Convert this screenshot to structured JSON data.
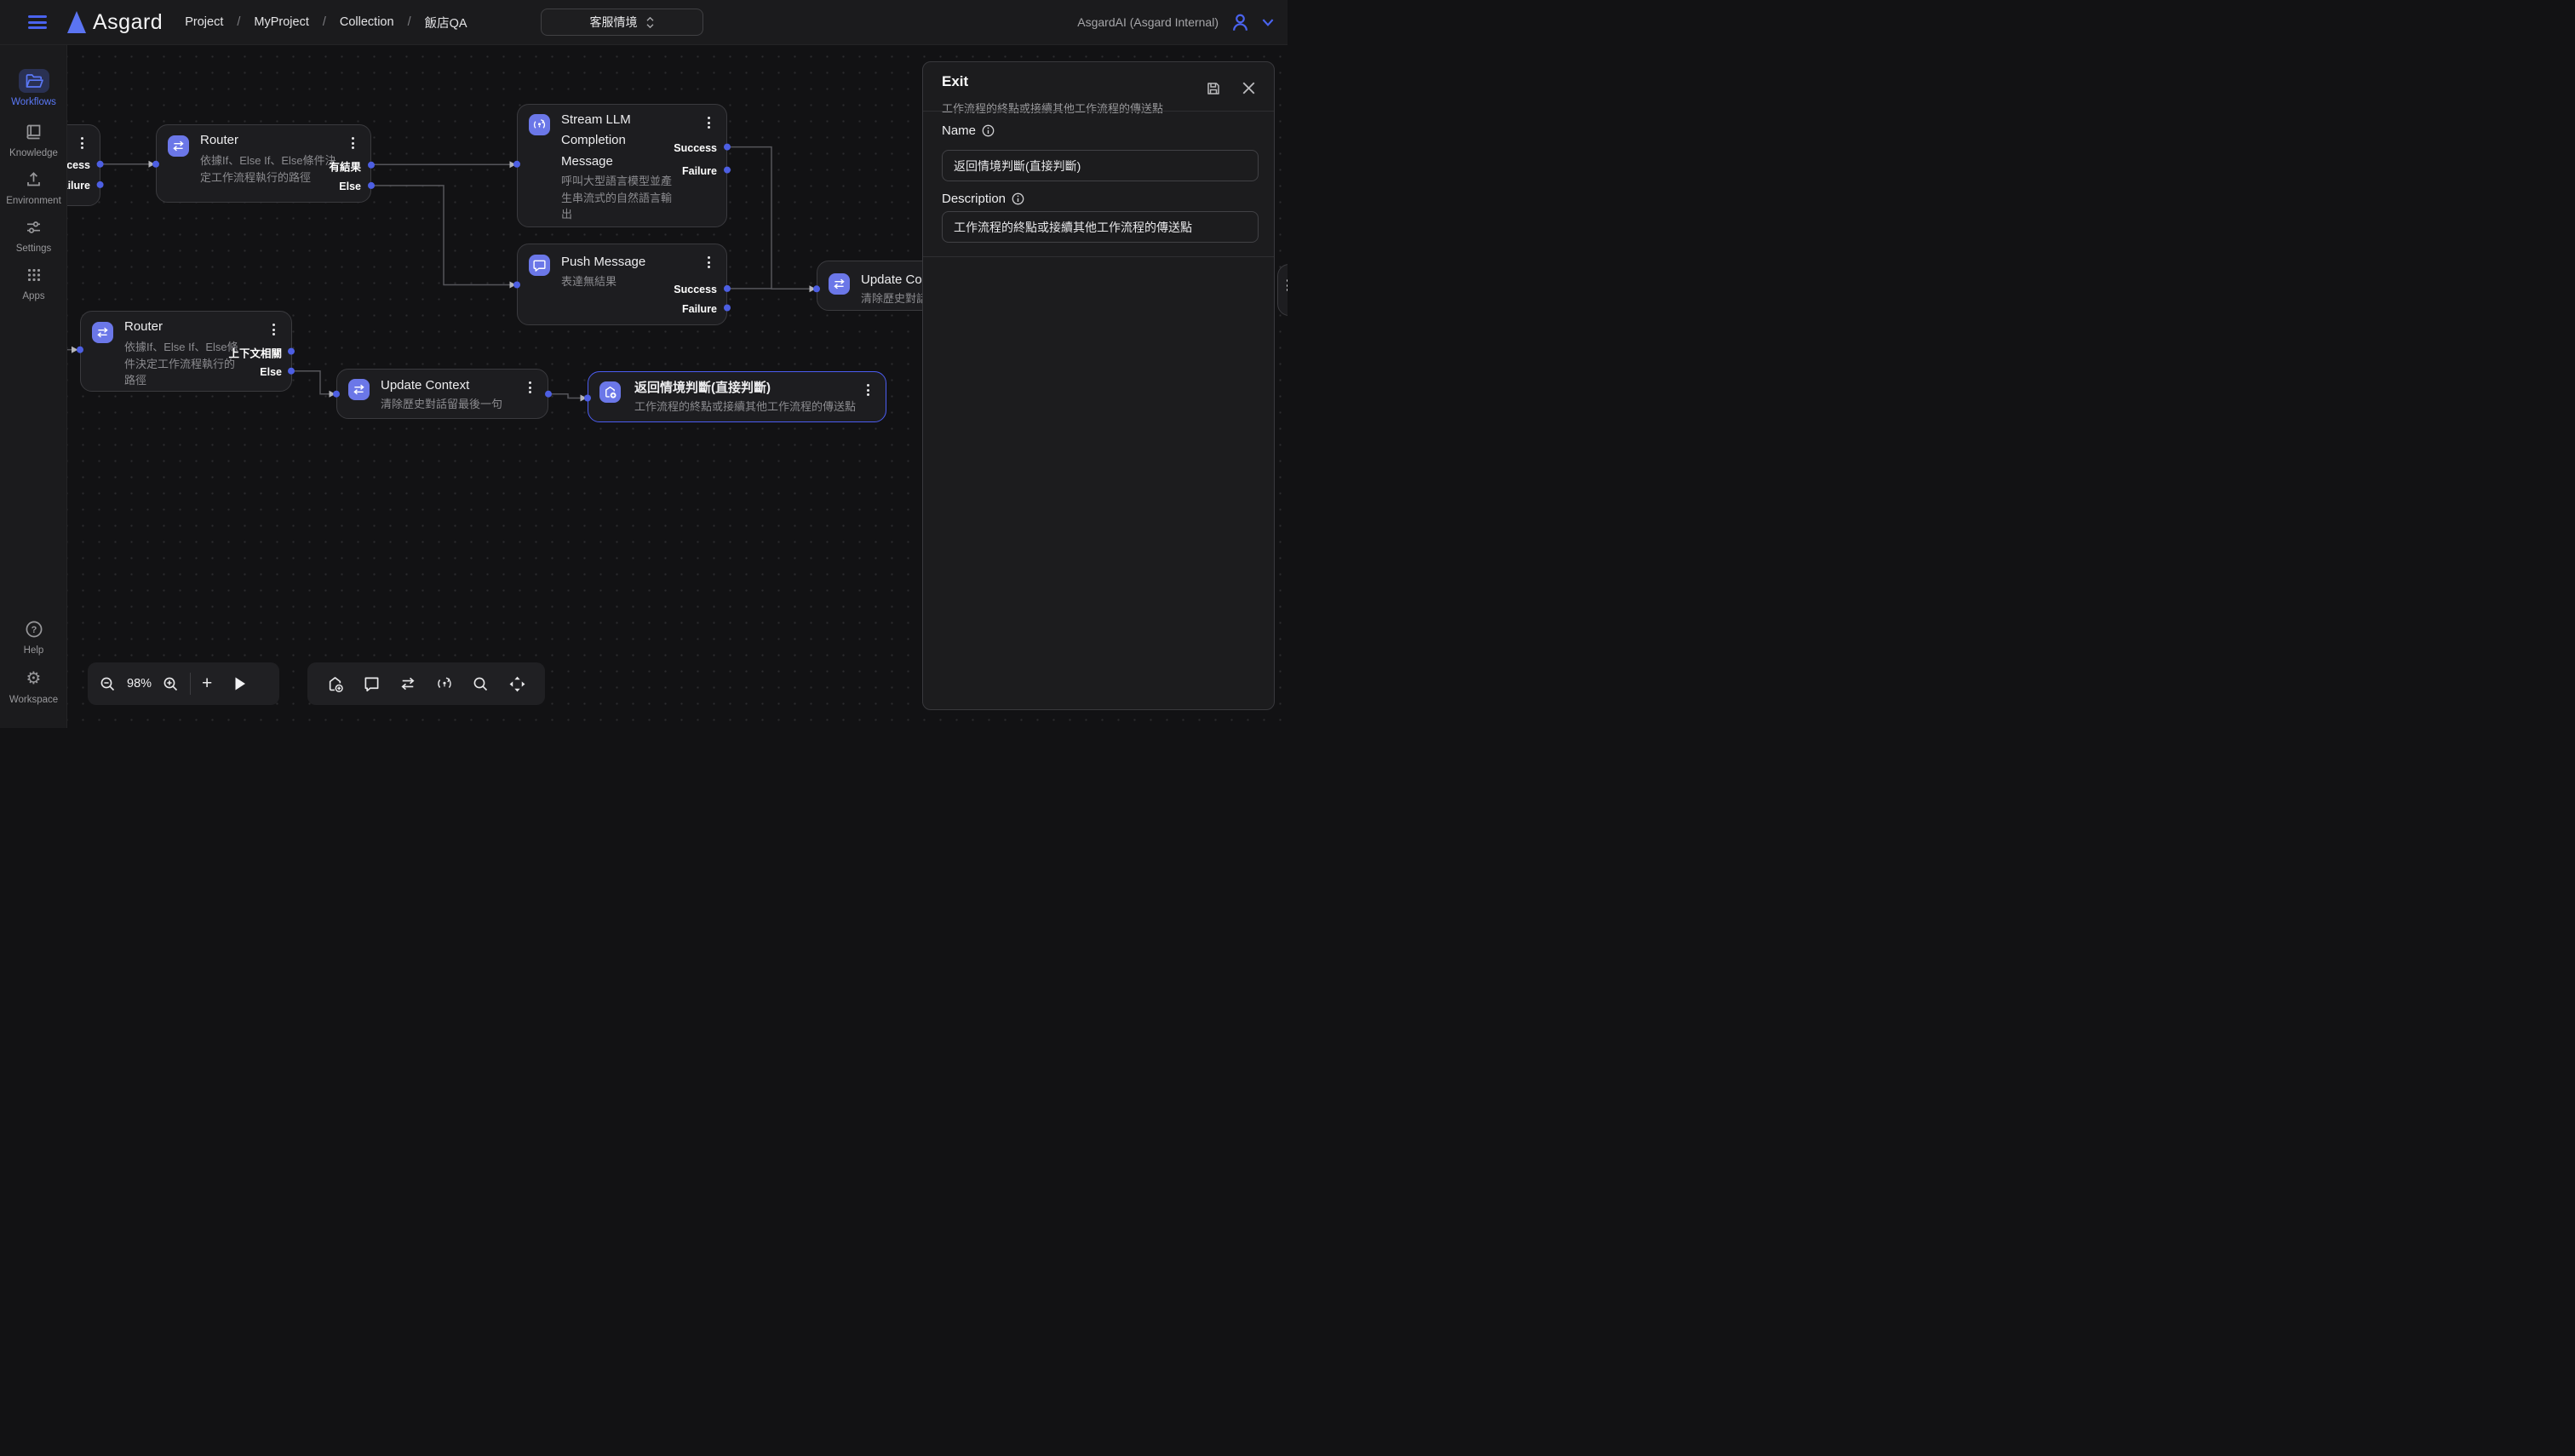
{
  "topbar": {
    "app_name": "Asgard",
    "breadcrumb": [
      "Project",
      "MyProject",
      "Collection",
      "飯店QA"
    ],
    "separator": "/",
    "env_selector_value": "客服情境",
    "account_label": "AsgardAI (Asgard Internal)"
  },
  "sidebar": {
    "items": [
      {
        "label": "Workflows",
        "icon": "folder-icon"
      },
      {
        "label": "Knowledge",
        "icon": "book-icon"
      },
      {
        "label": "Environment",
        "icon": "upload-icon"
      },
      {
        "label": "Settings",
        "icon": "sliders-icon"
      },
      {
        "label": "Apps",
        "icon": "apps-grid-icon"
      }
    ],
    "footer_items": [
      {
        "label": "Help",
        "icon": "help-circle-icon"
      },
      {
        "label": "Workspace",
        "icon": "gear-icon"
      }
    ]
  },
  "canvas": {
    "nodes": [
      {
        "id": "start",
        "outputs": [
          "Success",
          "Failure"
        ]
      },
      {
        "id": "router-1",
        "title": "Router",
        "icon": "swap-arrows-icon",
        "description": "依據If、Else If、Else條件決定工作流程執行的路徑",
        "outputs": [
          "有結果",
          "Else"
        ]
      },
      {
        "id": "stream-llm",
        "title": "Stream LLM Completion Message",
        "icon": "stream-icon",
        "description": "呼叫大型語言模型並產生串流式的自然語言輸出",
        "outputs": [
          "Success",
          "Failure"
        ]
      },
      {
        "id": "push-message",
        "title": "Push Message",
        "icon": "chat-bubble-icon",
        "description": "表達無結果",
        "outputs": [
          "Success",
          "Failure"
        ]
      },
      {
        "id": "update-context-top",
        "title": "Update Context",
        "icon": "swap-arrows-icon",
        "description": "清除歷史對話留最後一句"
      },
      {
        "id": "router-2",
        "title": "Router",
        "icon": "swap-arrows-icon",
        "description": "依據If、Else If、Else條件決定工作流程執行的路徑",
        "outputs": [
          "上下文相關",
          "Else"
        ]
      },
      {
        "id": "update-context",
        "title": "Update Context",
        "icon": "swap-arrows-icon",
        "description": "清除歷史對話留最後一句"
      },
      {
        "id": "exit-node",
        "title": "返回情境判斷(直接判斷)",
        "icon": "exit-icon",
        "selected": true,
        "description": "工作流程的終點或接續其他工作流程的傳送點"
      }
    ]
  },
  "toolbar": {
    "zoom_value": "98%",
    "add_label": "+"
  },
  "panel": {
    "title": "Exit",
    "subtitle": "工作流程的終點或接續其他工作流程的傳送點",
    "name_label": "Name",
    "name_value": "返回情境判斷(直接判斷)",
    "description_label": "Description",
    "description_value": "工作流程的終點或接續其他工作流程的傳送點"
  },
  "colors": {
    "accent_blue": "#4a63ef",
    "node_icon_bg": "#6b77e8",
    "port_blue": "#4d5fe3",
    "selected_border": "#4c5df2"
  }
}
